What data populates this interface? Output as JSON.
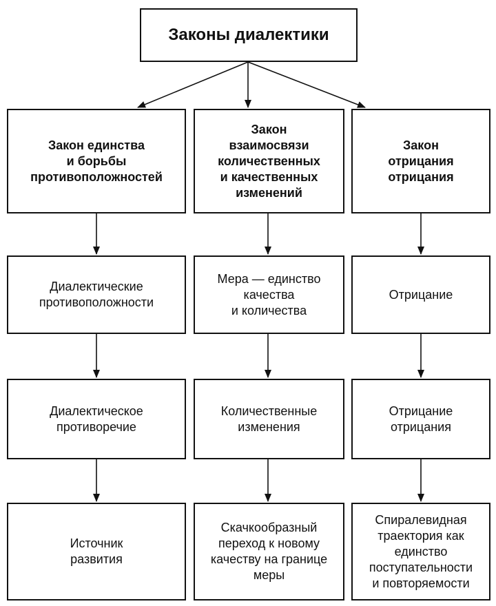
{
  "title": "Законы диалектики",
  "columns": [
    {
      "law": "Закон единства\nи борьбы\nпротивоположностей",
      "steps": [
        "Диалектические\nпротивоположности",
        "Диалектическое\nпротиворечие",
        "Источник\nразвития"
      ]
    },
    {
      "law": "Закон\nвзаимосвязи\nколичественных\nи качественных\nизменений",
      "steps": [
        "Мера — единство\nкачества\nи количества",
        "Количественные\nизменения",
        "Скачкообразный\nпереход к новому\nкачеству на границе\nмеры"
      ]
    },
    {
      "law": "Закон\nотрицания\nотрицания",
      "steps": [
        "Отрицание",
        "Отрицание\nотрицания",
        "Спиралевидная\nтраектория как\nединство\nпоступательности\nи повторяемости"
      ]
    }
  ]
}
